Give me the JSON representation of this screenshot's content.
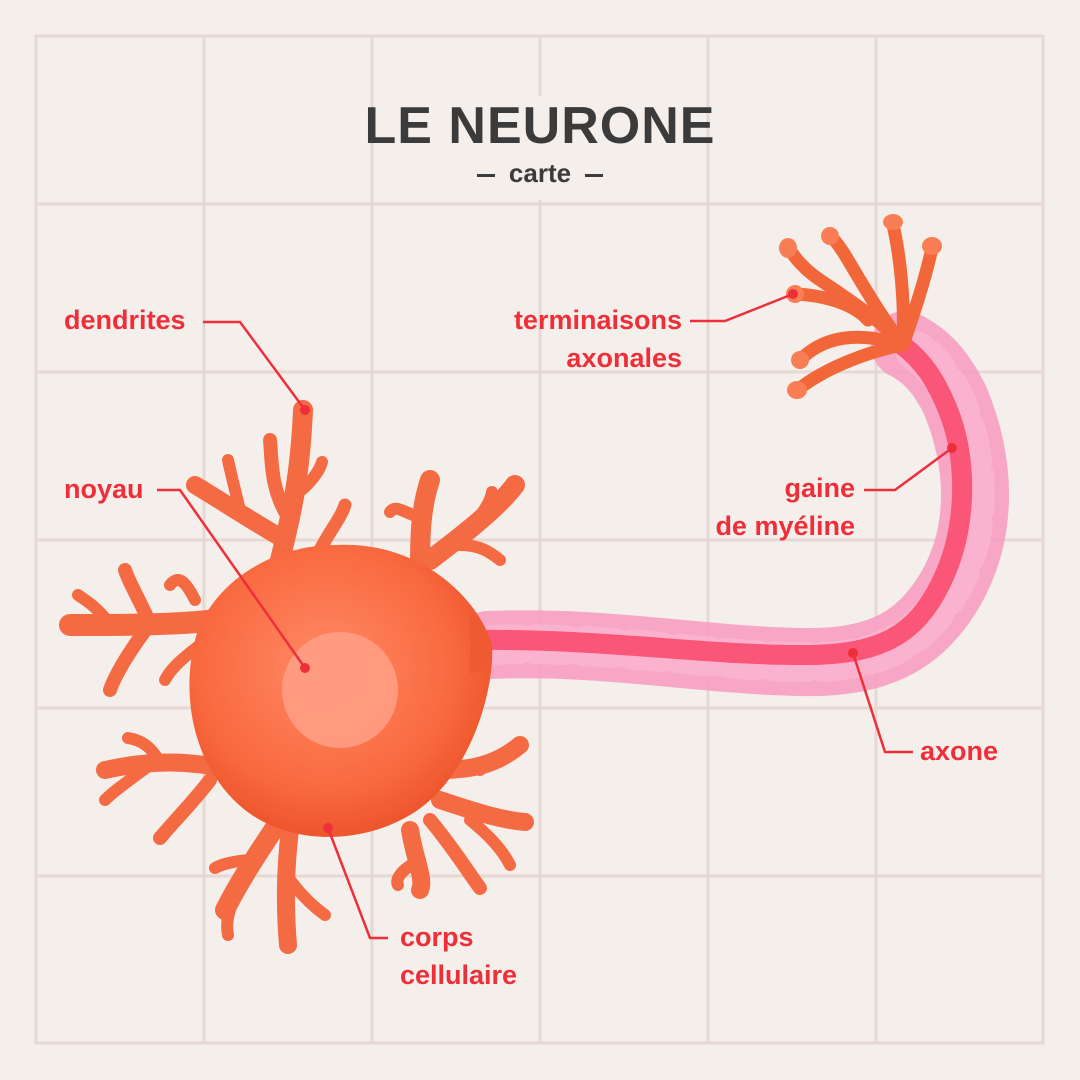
{
  "title": "LE NEURONE",
  "subtitle": "carte",
  "labels": {
    "dendrites": "dendrites",
    "noyau": "noyau",
    "corps_line1": "corps",
    "corps_line2": "cellulaire",
    "terminaisons_line1": "terminaisons",
    "terminaisons_line2": "axonales",
    "gaine_line1": "gaine",
    "gaine_line2": "de myéline",
    "axone": "axone"
  },
  "colors": {
    "background": "#f4efeb",
    "grid": "#e6d9d3",
    "title": "#3b3b3b",
    "label": "#ee2f3a",
    "cell_body": "#fb7550",
    "cell_dark": "#e2451f",
    "nucleus": "#ff9a80",
    "myelin": "#f7a1c4",
    "axon": "#fa5677"
  }
}
